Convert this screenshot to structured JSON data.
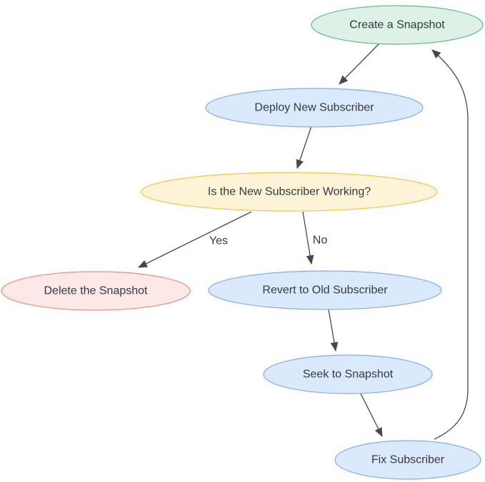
{
  "diagram": {
    "type": "flowchart",
    "background_color": "#ffffff",
    "text_color": "#35393e",
    "arrow_color": "#45494e",
    "nodes": [
      {
        "id": "create-a-snapshot",
        "label": "Create a Snapshot",
        "shape": "ellipse",
        "fill": "#def1e7",
        "stroke": "#62ba90"
      },
      {
        "id": "deploy-new-subscriber",
        "label": "Deploy New Subscriber",
        "shape": "ellipse",
        "fill": "#dbe9fc",
        "stroke": "#82acf2"
      },
      {
        "id": "is-new-subscriber-working",
        "label": "Is the New Subscriber Working?",
        "shape": "ellipse",
        "fill": "#fdf3d7",
        "stroke": "#f4c542"
      },
      {
        "id": "delete-the-snapshot",
        "label": "Delete the Snapshot",
        "shape": "ellipse",
        "fill": "#fce8e6",
        "stroke": "#f18b80"
      },
      {
        "id": "revert-to-old-subscriber",
        "label": "Revert to Old Subscriber",
        "shape": "ellipse",
        "fill": "#dbe9fc",
        "stroke": "#82acf2"
      },
      {
        "id": "seek-to-snapshot",
        "label": "Seek to Snapshot",
        "shape": "ellipse",
        "fill": "#dbe9fc",
        "stroke": "#82acf2"
      },
      {
        "id": "fix-subscriber",
        "label": "Fix Subscriber",
        "shape": "ellipse",
        "fill": "#dbe9fc",
        "stroke": "#82acf2"
      }
    ],
    "edges": [
      {
        "from": "create-a-snapshot",
        "to": "deploy-new-subscriber",
        "label": ""
      },
      {
        "from": "deploy-new-subscriber",
        "to": "is-new-subscriber-working",
        "label": ""
      },
      {
        "from": "is-new-subscriber-working",
        "to": "delete-the-snapshot",
        "label": "Yes"
      },
      {
        "from": "is-new-subscriber-working",
        "to": "revert-to-old-subscriber",
        "label": "No"
      },
      {
        "from": "revert-to-old-subscriber",
        "to": "seek-to-snapshot",
        "label": ""
      },
      {
        "from": "seek-to-snapshot",
        "to": "fix-subscriber",
        "label": ""
      },
      {
        "from": "fix-subscriber",
        "to": "create-a-snapshot",
        "label": ""
      }
    ]
  }
}
